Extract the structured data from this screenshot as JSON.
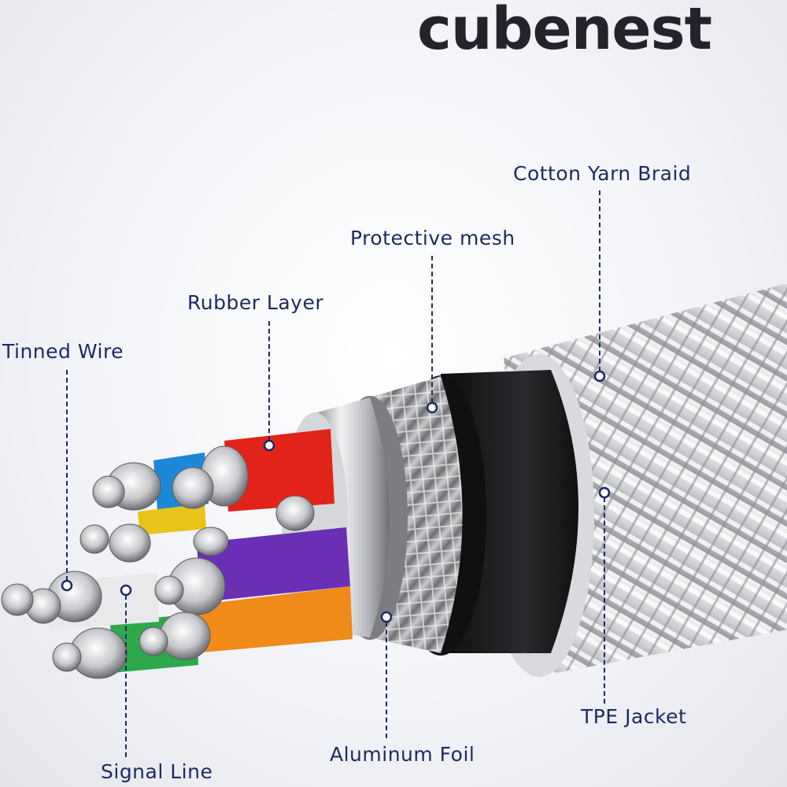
{
  "brand": {
    "name": "cubenest"
  },
  "labels": {
    "cotton_yarn_braid": "Cotton Yarn Braid",
    "protective_mesh": "Protective mesh",
    "rubber_layer": "Rubber Layer",
    "tinned_wire": "Tinned Wire",
    "tpe_jacket": "TPE Jacket",
    "aluminum_foil": "Aluminum Foil",
    "signal_line": "Signal Line"
  },
  "colors": {
    "label_text": "#1d2a5e",
    "logo_text": "#23242b",
    "wire_red": "#e2231a",
    "wire_blue": "#1d87d8",
    "wire_yellow": "#e7c417",
    "wire_purple": "#6a2fb4",
    "wire_orange": "#f08a18",
    "wire_green": "#2fa84a",
    "tpe_jacket": "#1c1c1e"
  }
}
